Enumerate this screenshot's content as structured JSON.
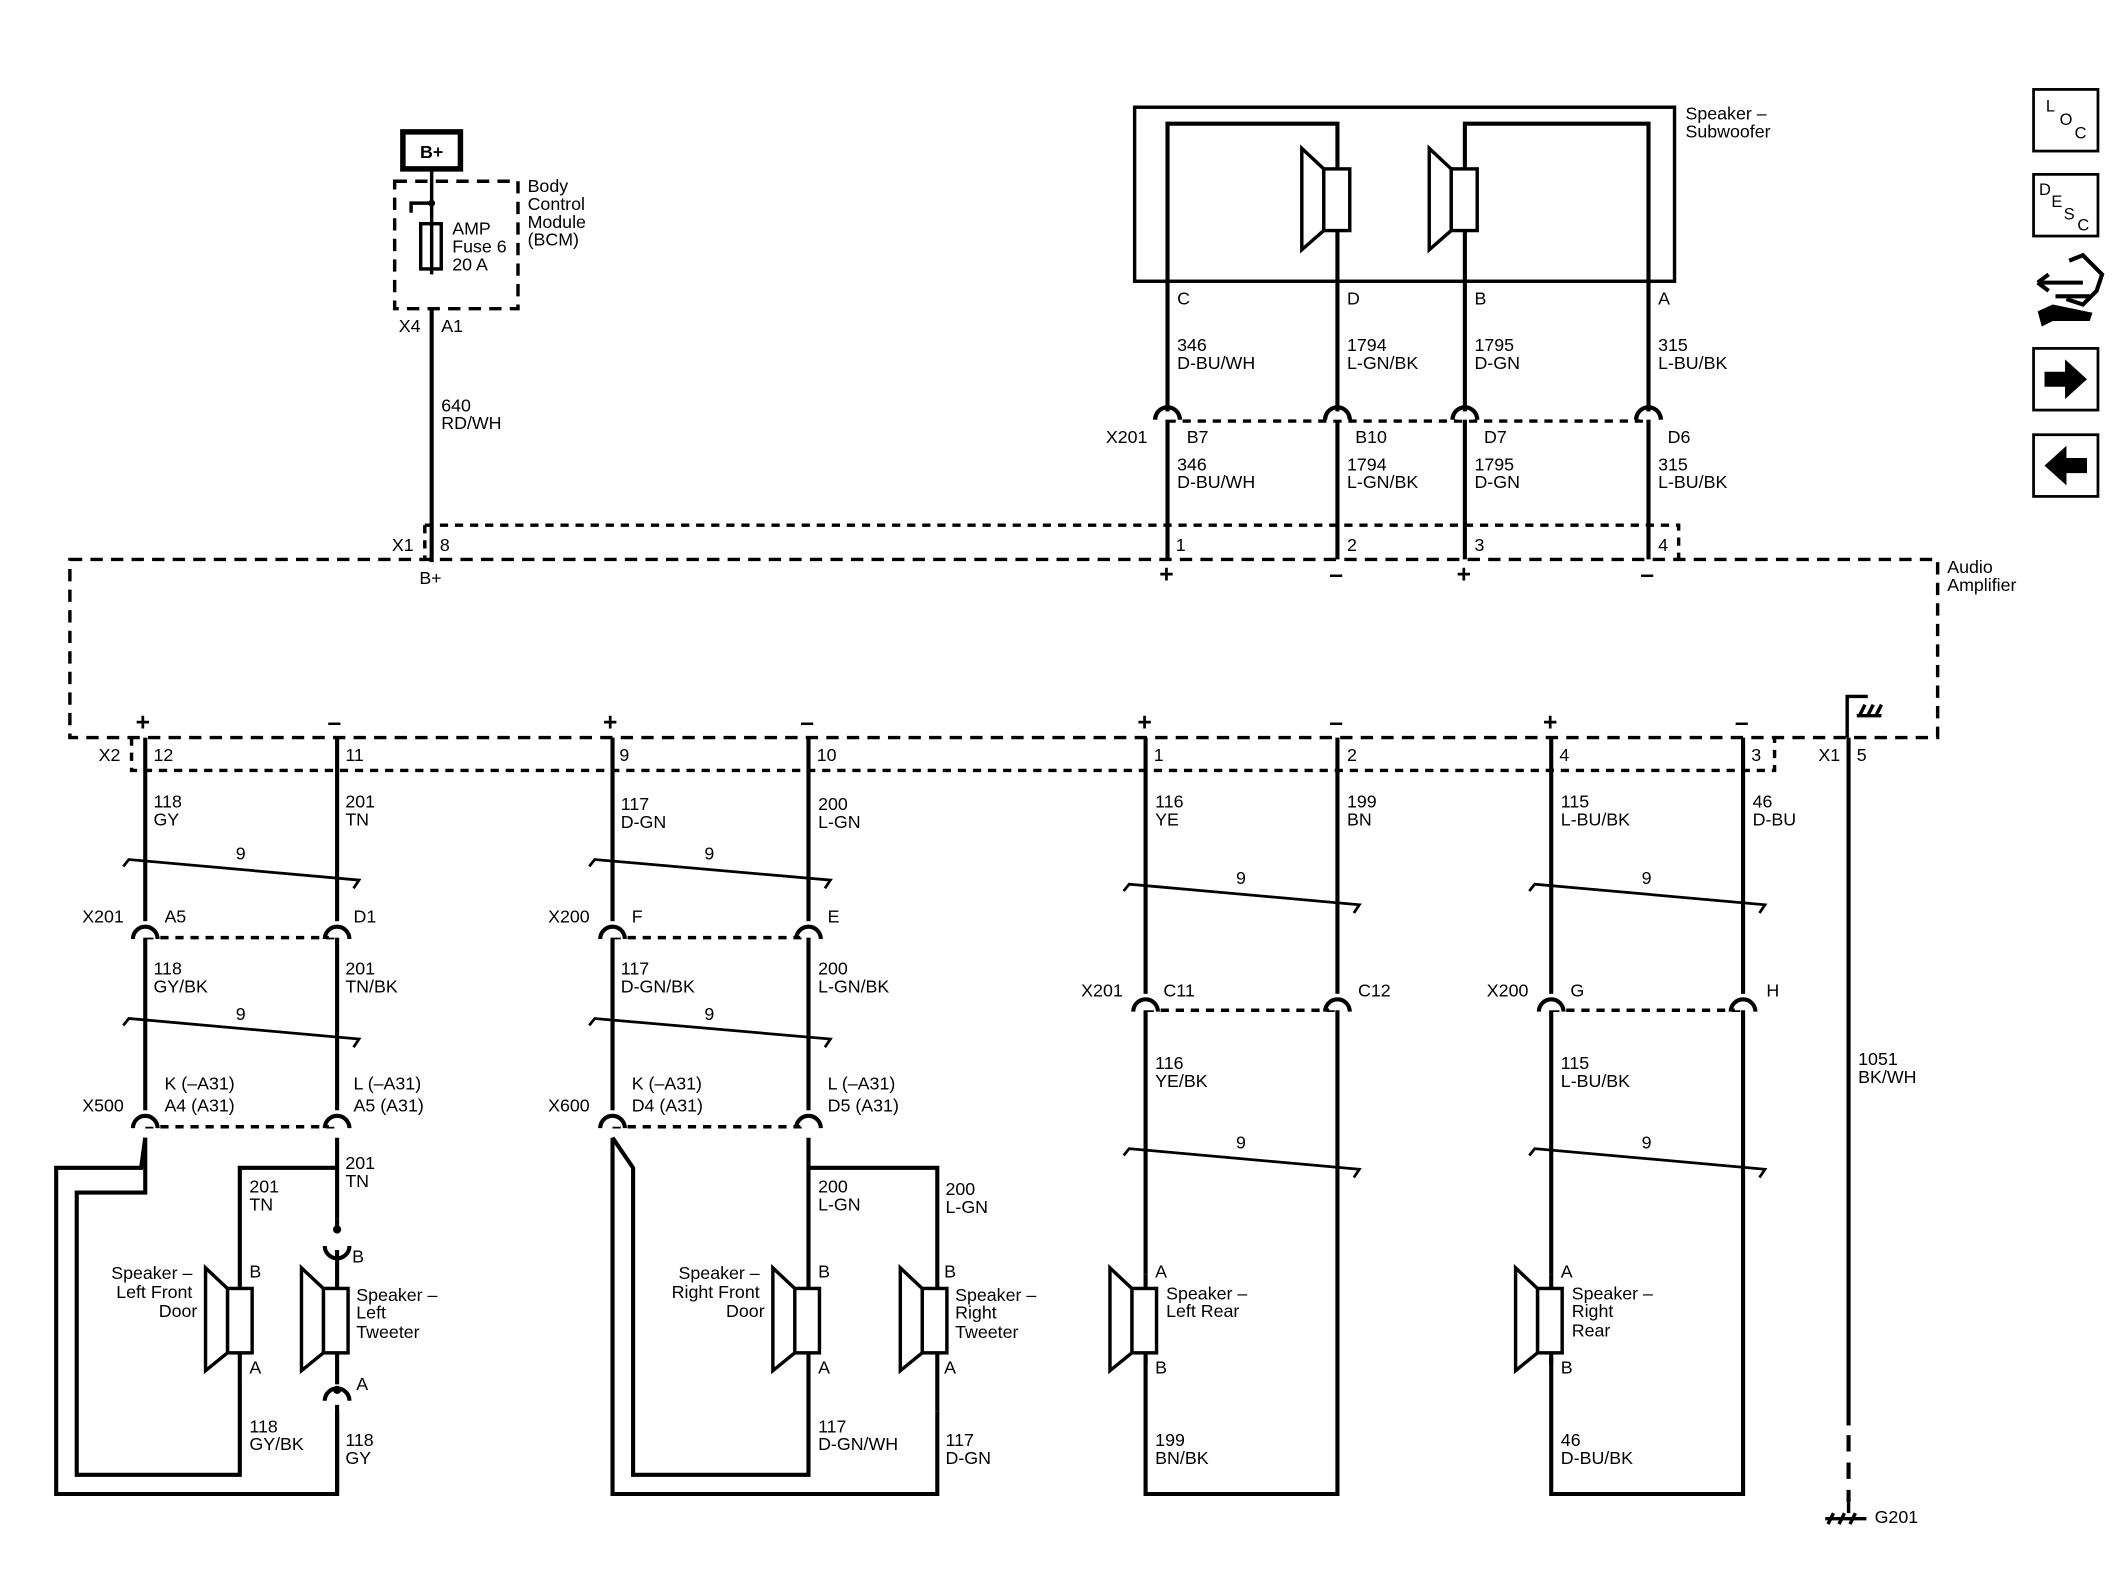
{
  "power": {
    "bplus": "B+"
  },
  "bcm": {
    "name_lines": [
      "Body",
      "Control",
      "Module",
      "(BCM)"
    ],
    "fuse_lines": [
      "AMP",
      "Fuse 6",
      "20 A"
    ],
    "conn": "X4",
    "pin": "A1"
  },
  "bplus_wire": {
    "circuit": "640",
    "color": "RD/WH"
  },
  "amp": {
    "title_lines": [
      "Audio",
      "Amplifier"
    ],
    "bplus_pin_label": "B+"
  },
  "x1_top": {
    "conn": "X1",
    "pin": "8"
  },
  "subwoofer": {
    "title_lines": [
      "Speaker –",
      "Subwoofer"
    ],
    "terminals": [
      "C",
      "D",
      "B",
      "A"
    ],
    "upper_wires": [
      {
        "circuit": "346",
        "color": "D-BU/WH"
      },
      {
        "circuit": "1794",
        "color": "L-GN/BK"
      },
      {
        "circuit": "1795",
        "color": "D-GN"
      },
      {
        "circuit": "315",
        "color": "L-BU/BK"
      }
    ],
    "x201_label": "X201",
    "x201_pins": [
      "B7",
      "B10",
      "D7",
      "D6"
    ],
    "lower_wires": [
      {
        "circuit": "346",
        "color": "D-BU/WH"
      },
      {
        "circuit": "1794",
        "color": "L-GN/BK"
      },
      {
        "circuit": "1795",
        "color": "D-GN"
      },
      {
        "circuit": "315",
        "color": "L-BU/BK"
      }
    ],
    "amp_pins": [
      "1",
      "2",
      "3",
      "4"
    ],
    "polarity": [
      "+",
      "–",
      "+",
      "–"
    ]
  },
  "x2": {
    "conn": "X2",
    "pins": [
      "12",
      "11",
      "9",
      "10",
      "1",
      "2",
      "4",
      "3"
    ],
    "polarity": [
      "+",
      "–",
      "+",
      "–",
      "+",
      "–",
      "+",
      "–"
    ]
  },
  "x1_ground": {
    "conn": "X1",
    "pin": "5"
  },
  "twist_label": "9",
  "left_front": {
    "wires_top": [
      {
        "circuit": "118",
        "color": "GY"
      },
      {
        "circuit": "201",
        "color": "TN"
      }
    ],
    "inline1": {
      "conn": "X201",
      "pins": [
        "A5",
        "D1"
      ]
    },
    "wires_mid": [
      {
        "circuit": "118",
        "color": "GY/BK"
      },
      {
        "circuit": "201",
        "color": "TN/BK"
      }
    ],
    "inline2": {
      "conn": "X500",
      "pins_a": [
        "K (–A31)",
        "A4 (A31)"
      ],
      "pins_b": [
        "L (–A31)",
        "A5 (A31)"
      ]
    },
    "wire_201": {
      "circuit": "201",
      "color": "TN"
    },
    "wire_201_inner": {
      "circuit": "201",
      "color": "TN"
    },
    "door_label": [
      "Speaker –",
      "Left Front",
      "Door"
    ],
    "tweeter_label": [
      "Speaker –",
      "Left",
      "Tweeter"
    ],
    "term_b": "B",
    "term_a": "A",
    "tweeter_b": "B",
    "tweeter_a": "A",
    "wire_118_bk": {
      "circuit": "118",
      "color": "GY/BK"
    },
    "wire_118": {
      "circuit": "118",
      "color": "GY"
    }
  },
  "right_front": {
    "wires_top": [
      {
        "circuit": "117",
        "color": "D-GN"
      },
      {
        "circuit": "200",
        "color": "L-GN"
      }
    ],
    "inline1": {
      "conn": "X200",
      "pins": [
        "F",
        "E"
      ]
    },
    "wires_mid": [
      {
        "circuit": "117",
        "color": "D-GN/BK"
      },
      {
        "circuit": "200",
        "color": "L-GN/BK"
      }
    ],
    "inline2": {
      "conn": "X600",
      "pins_a": [
        "K (–A31)",
        "D4 (A31)"
      ],
      "pins_b": [
        "L (–A31)",
        "D5 (A31)"
      ]
    },
    "wire_200_a": {
      "circuit": "200",
      "color": "L-GN"
    },
    "wire_200_b": {
      "circuit": "200",
      "color": "L-GN"
    },
    "door_label": [
      "Speaker –",
      "Right Front",
      "Door"
    ],
    "tweeter_label": [
      "Speaker –",
      "Right",
      "Tweeter"
    ],
    "term_b": "B",
    "term_a": "A",
    "tweeter_b": "B",
    "tweeter_a": "A",
    "wire_117_wh": {
      "circuit": "117",
      "color": "D-GN/WH"
    },
    "wire_117": {
      "circuit": "117",
      "color": "D-GN"
    }
  },
  "left_rear": {
    "wires_top": [
      {
        "circuit": "116",
        "color": "YE"
      },
      {
        "circuit": "199",
        "color": "BN"
      }
    ],
    "inline": {
      "conn": "X201",
      "pins": [
        "C11",
        "C12"
      ]
    },
    "wire_mid": {
      "circuit": "116",
      "color": "YE/BK"
    },
    "speaker_label": [
      "Speaker –",
      "Left Rear"
    ],
    "term_a": "A",
    "term_b": "B",
    "wire_bottom": {
      "circuit": "199",
      "color": "BN/BK"
    }
  },
  "right_rear": {
    "wires_top": [
      {
        "circuit": "115",
        "color": "L-BU/BK"
      },
      {
        "circuit": "46",
        "color": "D-BU"
      }
    ],
    "inline": {
      "conn": "X200",
      "pins": [
        "G",
        "H"
      ]
    },
    "wire_mid": {
      "circuit": "115",
      "color": "L-BU/BK"
    },
    "speaker_label": [
      "Speaker –",
      "Right",
      "Rear"
    ],
    "term_a": "A",
    "term_b": "B",
    "wire_bottom": {
      "circuit": "46",
      "color": "D-BU/BK"
    }
  },
  "ground": {
    "wire": {
      "circuit": "1051",
      "color": "BK/WH"
    },
    "label": "G201"
  },
  "nav": {
    "loc": [
      "L",
      "O",
      "C"
    ],
    "desc": [
      "D",
      "E",
      "S",
      "C"
    ],
    "icons": [
      "connector-view-icon",
      "next-arrow-icon",
      "previous-arrow-icon"
    ]
  }
}
